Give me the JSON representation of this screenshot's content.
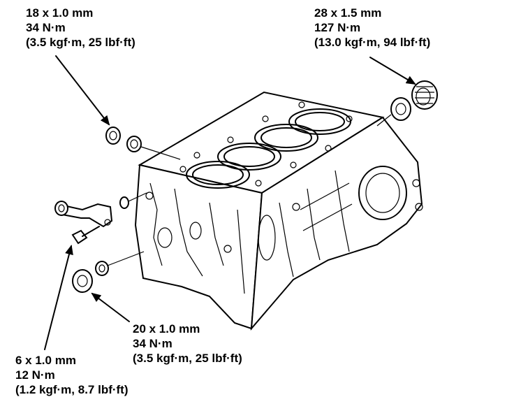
{
  "callouts": {
    "top_left": {
      "size": "18 x 1.0 mm",
      "torque": "34 N·m",
      "alt": "(3.5 kgf·m, 25 lbf·ft)"
    },
    "top_right": {
      "size": "28 x 1.5 mm",
      "torque": "127 N·m",
      "alt": "(13.0 kgf·m, 94 lbf·ft)"
    },
    "mid": {
      "size": "20 x 1.0 mm",
      "torque": "34 N·m",
      "alt": "(3.5 kgf·m, 25 lbf·ft)"
    },
    "bottom_left": {
      "size": "6 x 1.0 mm",
      "torque": "12 N·m",
      "alt": "(1.2 kgf·m, 8.7 lbf·ft)"
    }
  }
}
